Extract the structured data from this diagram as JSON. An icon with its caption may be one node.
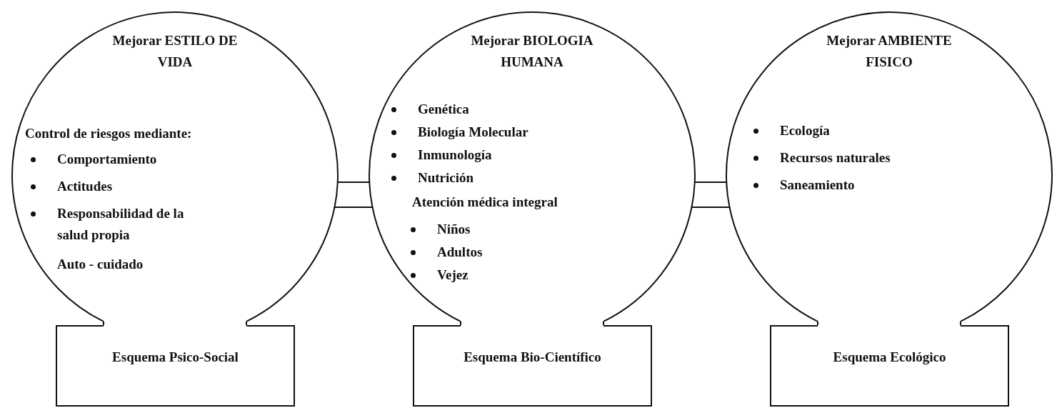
{
  "diagram": {
    "nodes": [
      {
        "text": [
          "Mejorar ESTILO DE VIDA",
          "Control de riesgos mediante:",
          "Comportamiento",
          "Actitudes",
          "Responsabilidad de la salud propia",
          "Auto - cuidado"
        ]
      },
      {
        "text": [
          "Esquema Psico-Social"
        ]
      },
      {
        "text": [
          "Mejorar BIOLOGIA HUMANA",
          "Genética",
          "Biología Molecular",
          "Inmunología",
          "Nutrición",
          "Atención médica integral",
          "Niños",
          "Adultos",
          "Vejez"
        ]
      },
      {
        "text": [
          "Esquema Bio-Científico"
        ]
      },
      {
        "text": [
          "Mejorar AMBIENTE FISICO",
          "Ecología",
          "Recursos naturales",
          "Saneamiento"
        ]
      },
      {
        "text": [
          "Esquema Ecológico"
        ]
      }
    ],
    "edges": [
      {
        "from": 0,
        "to": 2,
        "arrow": "none"
      },
      {
        "from": 2,
        "to": 4,
        "arrow": "none"
      }
    ]
  }
}
